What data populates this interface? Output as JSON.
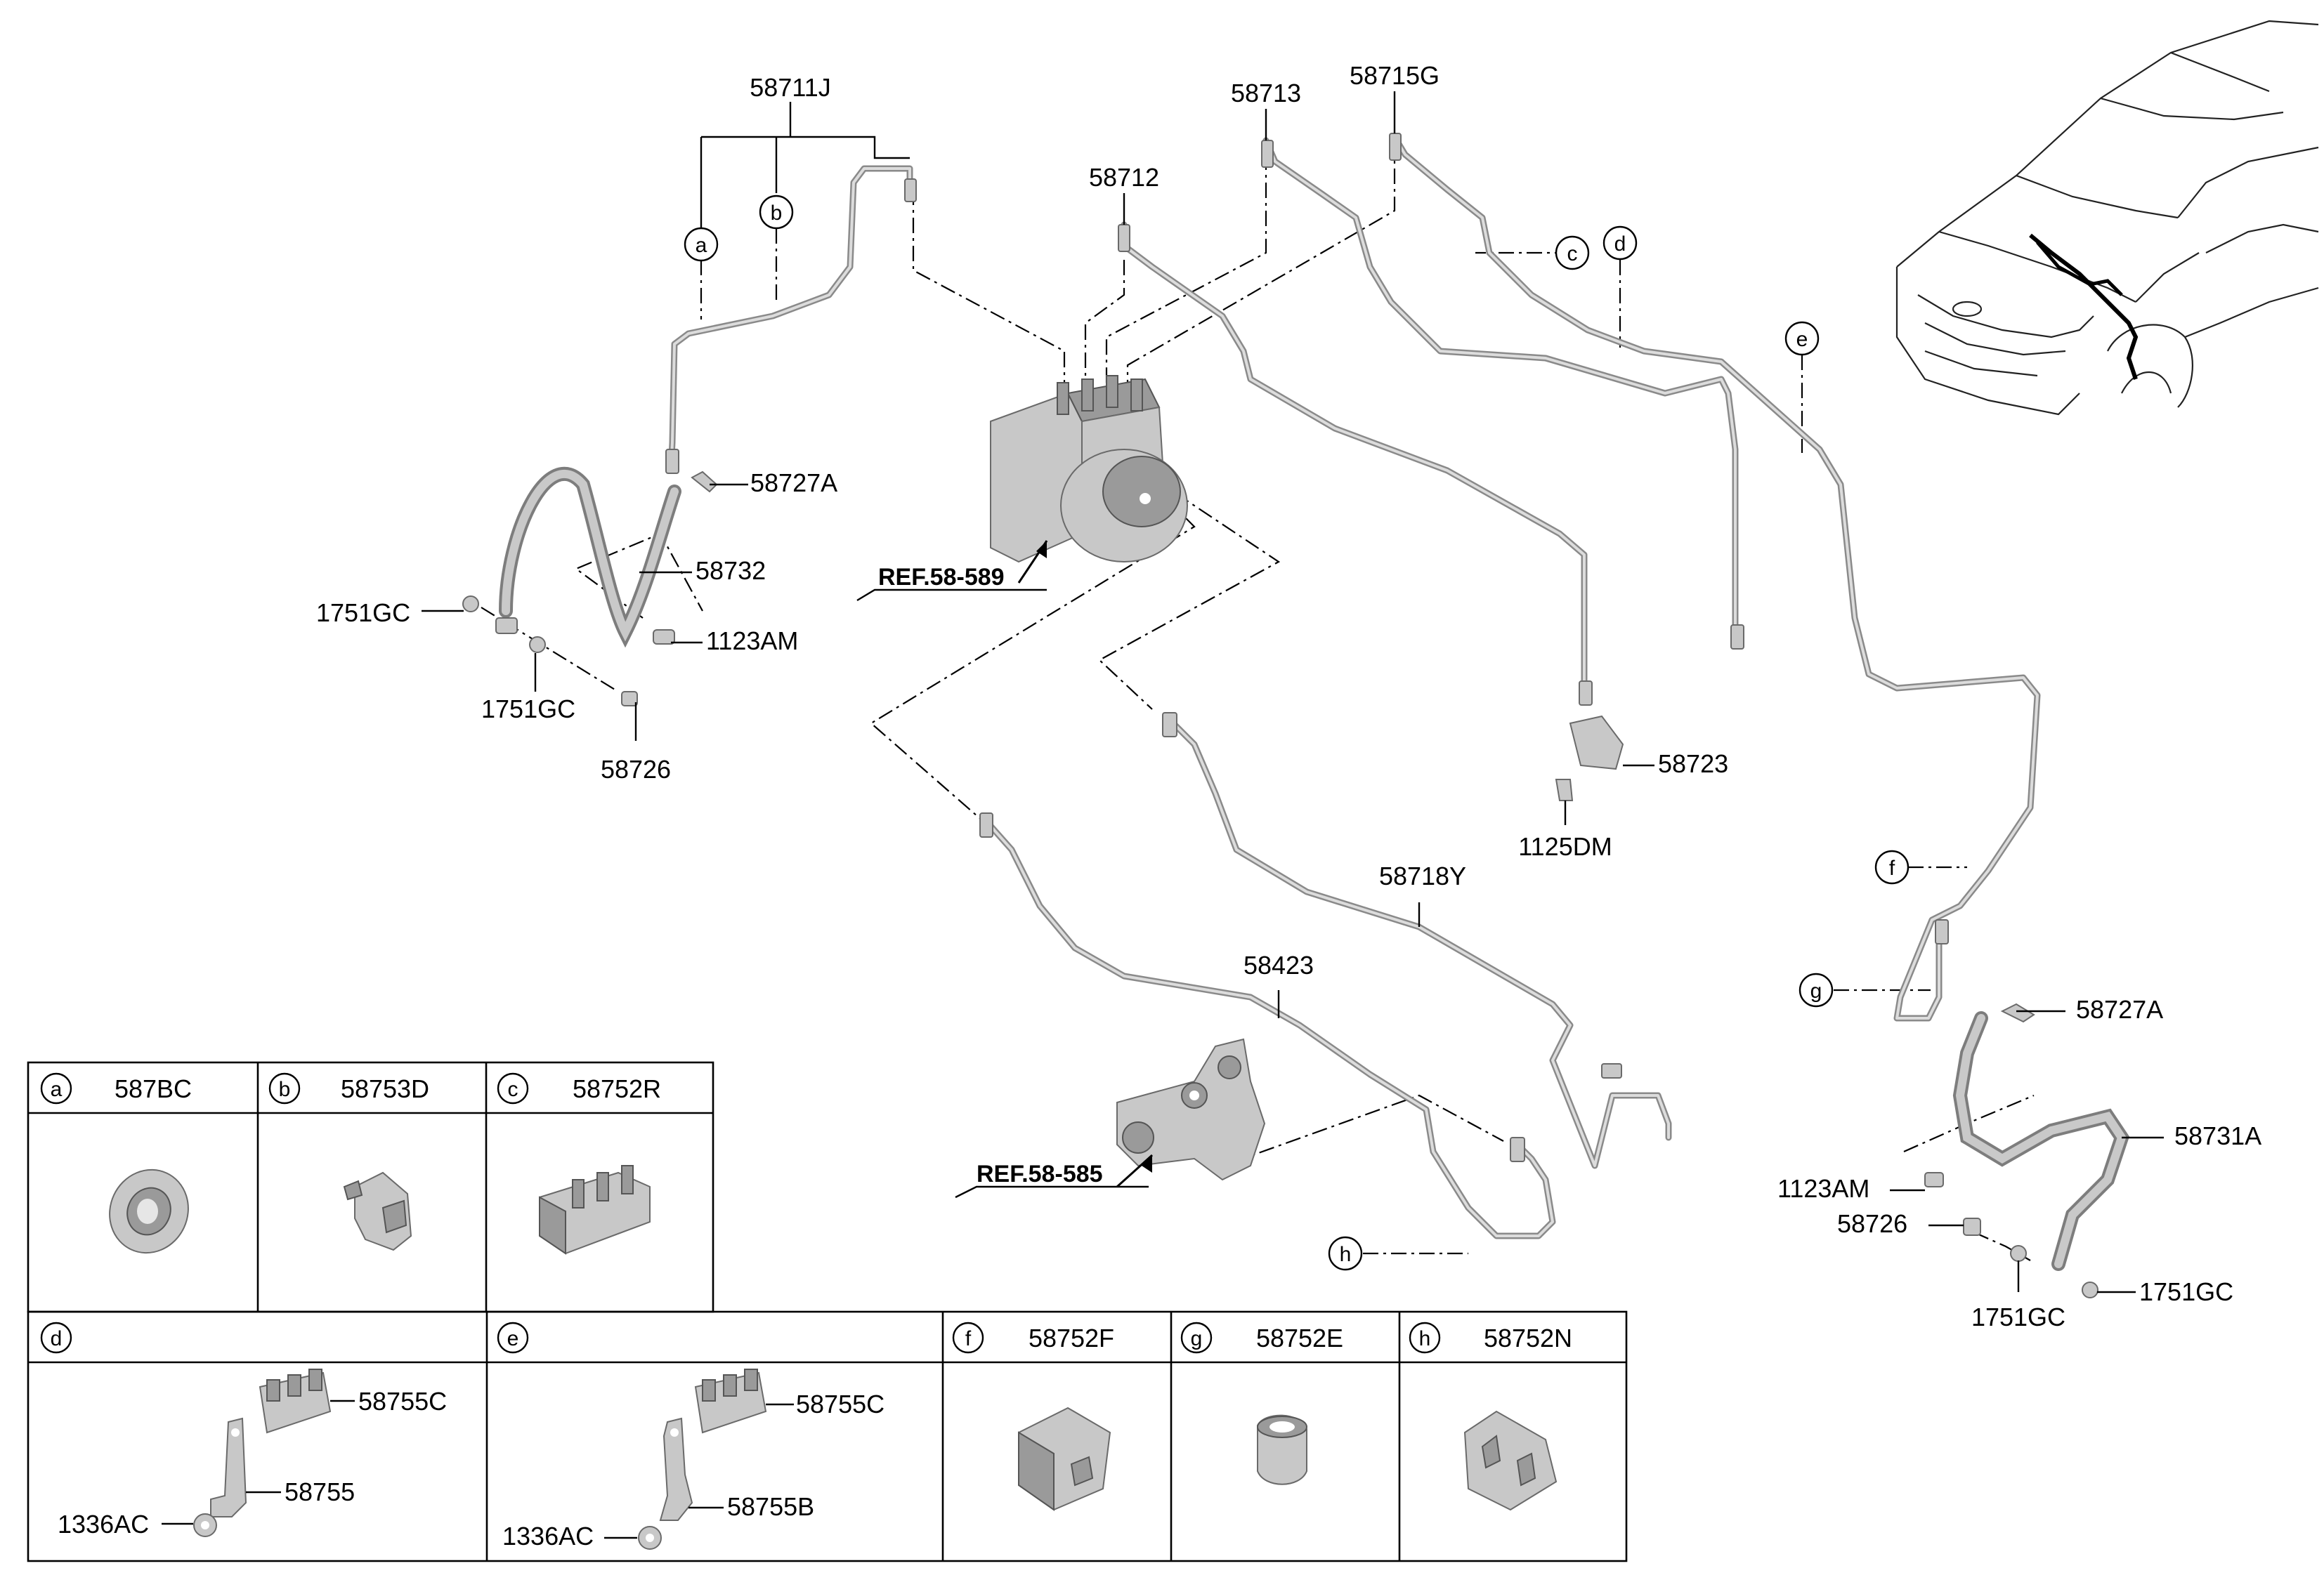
{
  "diagram": {
    "part_labels": {
      "p58711J": "58711J",
      "p58712": "58712",
      "p58713": "58713",
      "p58715G": "58715G",
      "p58727A_left": "58727A",
      "p58732": "58732",
      "p1751GC_left_top": "1751GC",
      "p1123AM_left": "1123AM",
      "p1751GC_left_bottom": "1751GC",
      "p58726_left": "58726",
      "p58723": "58723",
      "p1125DM": "1125DM",
      "p58718Y": "58718Y",
      "p58423": "58423",
      "p58727A_right": "58727A",
      "p58731A": "58731A",
      "p1123AM_right": "1123AM",
      "p58726_right": "58726",
      "p1751GC_right_bottom": "1751GC",
      "p1751GC_right": "1751GC"
    },
    "references": {
      "ref_58_589": "REF.58-589",
      "ref_58_585": "REF.58-585"
    },
    "callouts": {
      "a": "a",
      "b": "b",
      "c": "c",
      "d": "d",
      "e": "e",
      "f": "f",
      "g": "g",
      "h": "h"
    }
  },
  "legend_table": {
    "top_row": [
      {
        "letter": "a",
        "part": "587BC"
      },
      {
        "letter": "b",
        "part": "58753D"
      },
      {
        "letter": "c",
        "part": "58752R"
      }
    ],
    "bottom_row": [
      {
        "letter": "d",
        "part": ""
      },
      {
        "letter": "e",
        "part": ""
      },
      {
        "letter": "f",
        "part": "58752F"
      },
      {
        "letter": "g",
        "part": "58752E"
      },
      {
        "letter": "h",
        "part": "58752N"
      }
    ],
    "cell_d_labels": {
      "clip": "58755C",
      "bracket": "58755",
      "nut": "1336AC"
    },
    "cell_e_labels": {
      "clip": "58755C",
      "bracket": "58755B",
      "nut": "1336AC"
    }
  }
}
